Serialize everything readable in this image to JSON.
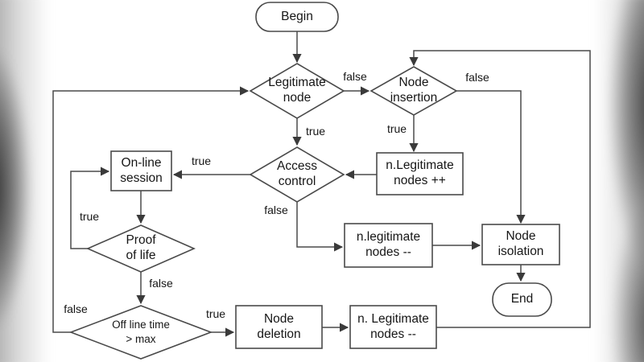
{
  "diagram": {
    "nodes": {
      "begin": {
        "label": "Begin"
      },
      "legitimate_node": {
        "line1": "Legitimate",
        "line2": "node"
      },
      "node_insertion": {
        "line1": "Node",
        "line2": "insertion"
      },
      "n_legitimate_increment": {
        "line1": "n.Legitimate",
        "line2": "nodes ++"
      },
      "access_control": {
        "line1": "Access",
        "line2": "control"
      },
      "online_session": {
        "line1": "On-line",
        "line2": "session"
      },
      "proof_of_life": {
        "line1": "Proof",
        "line2": "of life"
      },
      "n_legitimate_decrement_mid": {
        "line1": "n.legitimate",
        "line2": "nodes --"
      },
      "node_isolation": {
        "line1": "Node",
        "line2": "isolation"
      },
      "end": {
        "label": "End"
      },
      "offline_time": {
        "line1": "Off line time",
        "line2": "> max"
      },
      "node_deletion": {
        "line1": "Node",
        "line2": "deletion"
      },
      "n_legitimate_decrement_bottom": {
        "line1": "n. Legitimate",
        "line2": "nodes --"
      }
    },
    "edge_labels": {
      "legitimate_false": "false",
      "legitimate_true": "true",
      "insertion_false": "false",
      "insertion_true": "true",
      "access_true": "true",
      "access_false": "false",
      "proof_true": "true",
      "proof_false": "false",
      "offline_false": "false",
      "offline_true": "true"
    },
    "colors": {
      "line": "#4a4a4a",
      "text": "#161616",
      "node_fill": "#ffffff",
      "canvas": "#ffffff",
      "edge_fade": "#3c3c3c"
    }
  }
}
